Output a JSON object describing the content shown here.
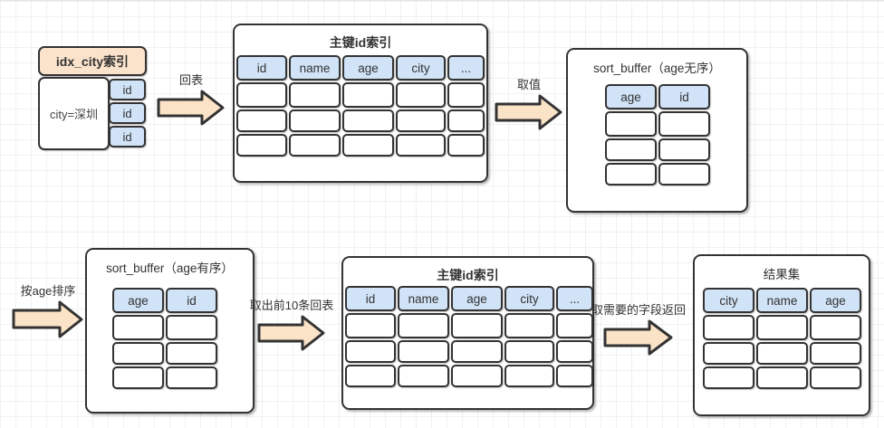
{
  "colors": {
    "border": "#333333",
    "header_peach": "#fbe3cb",
    "cell_blue": "#d0e3f7",
    "arrow_fill": "#fbe3c8",
    "grid_line": "#f1f1f4"
  },
  "idx_city": {
    "title": "idx_city索引",
    "condition": "city=深圳",
    "id_cells": [
      "id",
      "id",
      "id"
    ]
  },
  "arrows": {
    "back_to_table": "回表",
    "fetch_values": "取值",
    "sort_by_age": "按age排序",
    "top10_back_to_table": "取出前10条回表",
    "return_needed_fields": "取需要的字段返回"
  },
  "primary_table_top": {
    "title": "主键id索引",
    "columns": [
      "id",
      "name",
      "age",
      "city",
      "..."
    ],
    "empty_rows": 3
  },
  "sort_buffer_unordered": {
    "title": "sort_buffer（age无序）",
    "columns": [
      "age",
      "id"
    ],
    "empty_rows": 3
  },
  "sort_buffer_ordered": {
    "title": "sort_buffer（age有序）",
    "columns": [
      "age",
      "id"
    ],
    "empty_rows": 3
  },
  "primary_table_bottom": {
    "title": "主键id索引",
    "columns": [
      "id",
      "name",
      "age",
      "city",
      "..."
    ],
    "empty_rows": 3
  },
  "result_set": {
    "title": "结果集",
    "columns": [
      "city",
      "name",
      "age"
    ],
    "empty_rows": 3
  }
}
